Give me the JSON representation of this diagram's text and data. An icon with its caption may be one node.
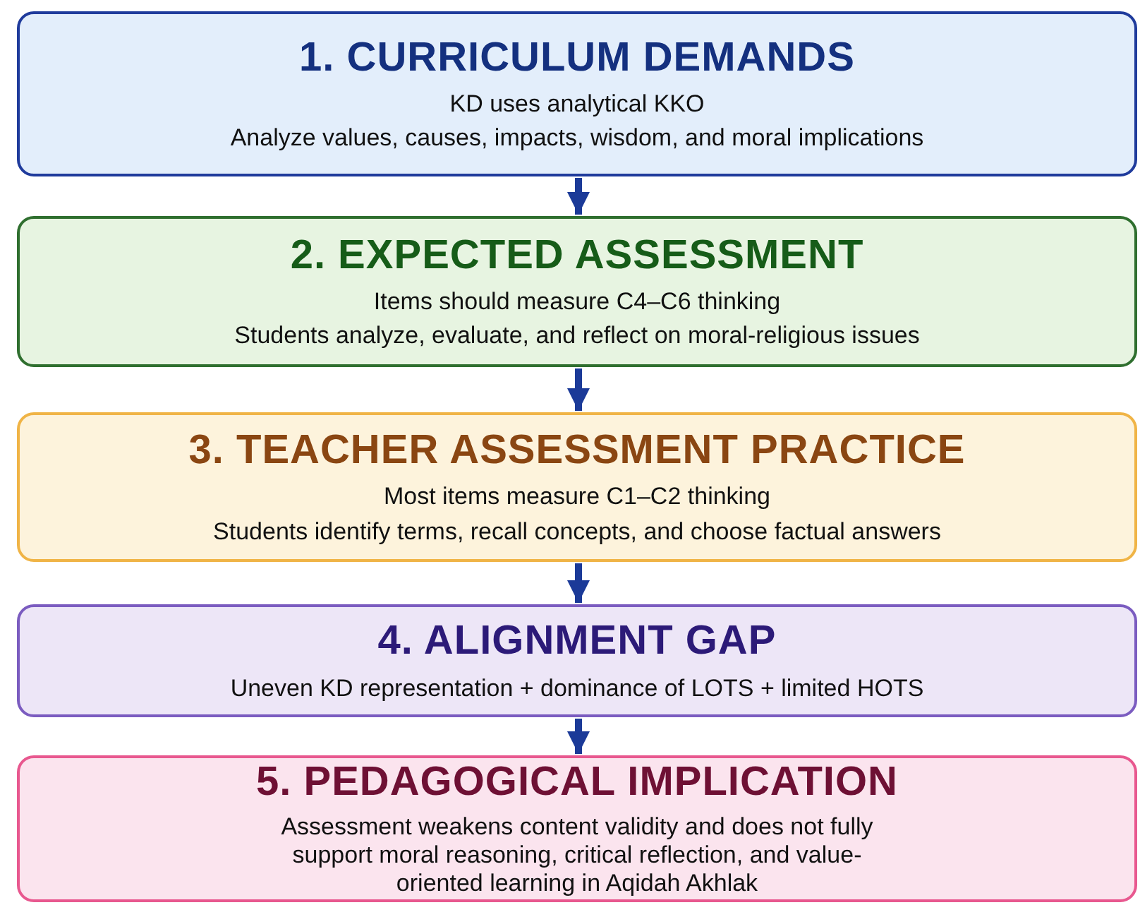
{
  "diagram": {
    "nodes": [
      {
        "text": [
          "1. CURRICULUM DEMANDS",
          "KD uses analytical KKO",
          "Analyze values, causes, impacts, wisdom, and moral implications"
        ]
      },
      {
        "text": [
          "2. EXPECTED ASSESSMENT",
          "Items should measure C4–C6 thinking",
          "Students analyze, evaluate, and reflect on moral-religious issues"
        ]
      },
      {
        "text": [
          "3. TEACHER ASSESSMENT PRACTICE",
          "Most items measure C1–C2 thinking",
          "Students identify terms, recall concepts, and choose factual answers"
        ]
      },
      {
        "text": [
          "4. ALIGNMENT GAP",
          "Uneven KD representation + dominance of LOTS + limited HOTS"
        ]
      },
      {
        "text": [
          "5. PEDAGOGICAL IMPLICATION",
          "Assessment weakens content validity and does not fully support moral reasoning, critical reflection, and value-oriented learning in Aqidah Akhlak"
        ]
      }
    ],
    "edges": [
      {
        "from": 0,
        "to": 1,
        "arrow": "to"
      },
      {
        "from": 1,
        "to": 2,
        "arrow": "to"
      },
      {
        "from": 2,
        "to": 3,
        "arrow": "to"
      },
      {
        "from": 3,
        "to": 4,
        "arrow": "to"
      }
    ]
  }
}
